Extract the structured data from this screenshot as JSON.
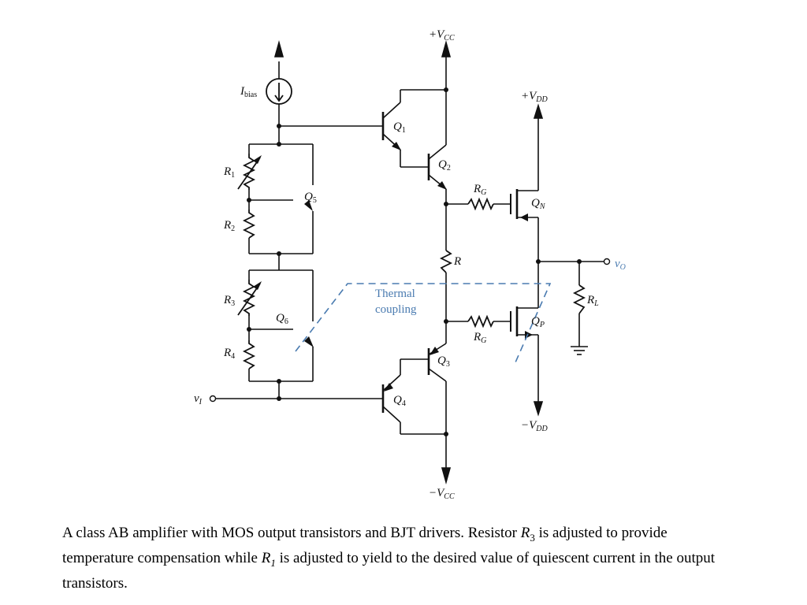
{
  "labels": {
    "vcc_pos": {
      "main": "+V",
      "sub": "CC"
    },
    "vcc_neg": {
      "main": "−V",
      "sub": "CC"
    },
    "vdd_pos": {
      "main": "+V",
      "sub": "DD"
    },
    "vdd_neg": {
      "main": "−V",
      "sub": "DD"
    },
    "ibias": {
      "main": "I",
      "sub": "bias"
    },
    "r1": {
      "main": "R",
      "sub": "1"
    },
    "r2": {
      "main": "R",
      "sub": "2"
    },
    "r3": {
      "main": "R",
      "sub": "3"
    },
    "r4": {
      "main": "R",
      "sub": "4"
    },
    "r": {
      "main": "R"
    },
    "rg_top": {
      "main": "R",
      "sub": "G"
    },
    "rg_bot": {
      "main": "R",
      "sub": "G"
    },
    "rl": {
      "main": "R",
      "sub": "L"
    },
    "q1": {
      "main": "Q",
      "sub": "1"
    },
    "q2": {
      "main": "Q",
      "sub": "2"
    },
    "q3": {
      "main": "Q",
      "sub": "3"
    },
    "q4": {
      "main": "Q",
      "sub": "4"
    },
    "q5": {
      "main": "Q",
      "sub": "5"
    },
    "q6": {
      "main": "Q",
      "sub": "6"
    },
    "qn": {
      "main": "Q",
      "sub": "N"
    },
    "qp": {
      "main": "Q",
      "sub": "P"
    },
    "vi": {
      "main": "v",
      "sub": "I"
    },
    "vo": {
      "main": "v",
      "sub": "O"
    },
    "thermal_line1": "Thermal",
    "thermal_line2": "coupling"
  },
  "colors": {
    "wire": "#111111",
    "thermal": "#4a7bb0"
  },
  "caption": {
    "part1": "A class AB amplifier with MOS output transistors and BJT drivers.  Resistor ",
    "r3_main": "R",
    "r3_sub": "3",
    "part2": " is adjusted to provide temperature compensation while ",
    "r1_main": "R",
    "r1_sub": "1",
    "part3": " is adjusted to yield to the desired value of quiescent current in the output transistors."
  }
}
